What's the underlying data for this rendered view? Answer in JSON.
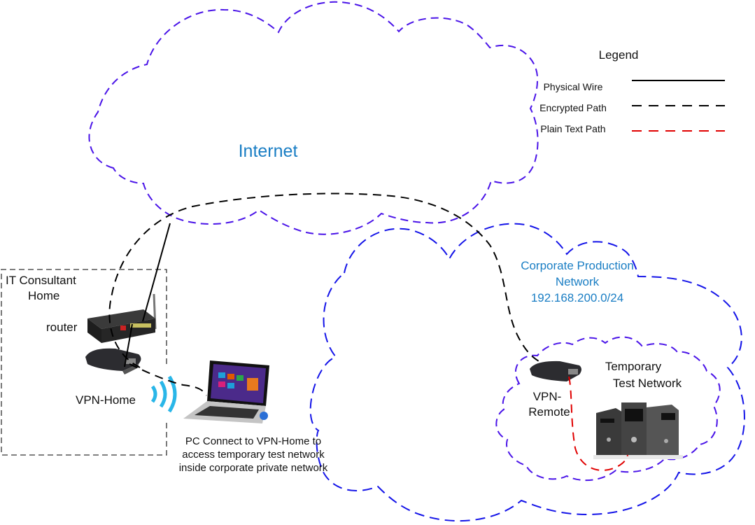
{
  "legend": {
    "title": "Legend",
    "items": [
      {
        "label": "Physical Wire",
        "style": "solid",
        "color": "#000000"
      },
      {
        "label": "Encrypted Path",
        "style": "dashed",
        "color": "#000000"
      },
      {
        "label": "Plain Text Path",
        "style": "dashed",
        "color": "#e00000"
      }
    ]
  },
  "clouds": {
    "internet": {
      "label": "Internet",
      "color": "#4a14e8"
    },
    "corporate": {
      "line1": "Corporate Production",
      "line2": "Network",
      "line3": "192.168.200.0/24",
      "color": "#1414e8"
    },
    "test": {
      "line1": "Temporary",
      "line2": "Test Network",
      "color": "#4a14e8"
    }
  },
  "home": {
    "line1": "IT Consultant",
    "line2": "Home",
    "router_label": "router",
    "vpn_label": "VPN-Home"
  },
  "remote": {
    "line1": "VPN-",
    "line2": "Remote"
  },
  "pc": {
    "line1": "PC Connect to VPN-Home to",
    "line2": "access temporary test network",
    "line3": "inside corporate private network"
  },
  "colors": {
    "label_blue": "#1a7ec4",
    "wifi": "#29b6e8",
    "plain_text": "#e00000"
  }
}
